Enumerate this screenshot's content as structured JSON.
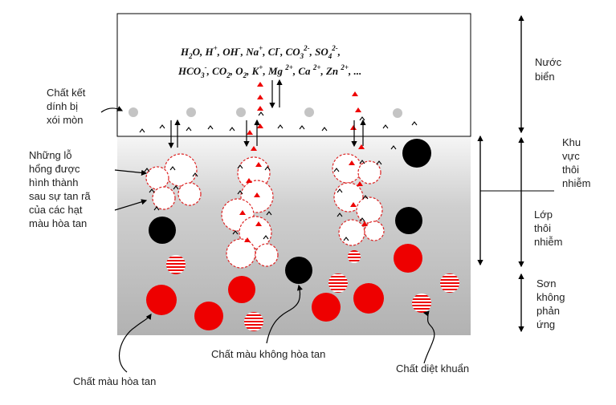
{
  "ions": {
    "line1": {
      "parts": [
        {
          "t": "H"
        },
        {
          "t": "2",
          "s": "sub"
        },
        {
          "t": "O, H"
        },
        {
          "t": "+",
          "s": "sup"
        },
        {
          "t": ", OH"
        },
        {
          "t": "-",
          "s": "sup"
        },
        {
          "t": ", Na"
        },
        {
          "t": "+",
          "s": "sup"
        },
        {
          "t": ", Cl"
        },
        {
          "t": "-",
          "s": "sup"
        },
        {
          "t": ", CO"
        },
        {
          "t": "3",
          "s": "sub"
        },
        {
          "t": "2-",
          "s": "sup"
        },
        {
          "t": ", SO"
        },
        {
          "t": "4",
          "s": "sub"
        },
        {
          "t": "2-",
          "s": "sup"
        },
        {
          "t": ","
        }
      ]
    },
    "line2": {
      "parts": [
        {
          "t": "HCO"
        },
        {
          "t": "3",
          "s": "sub"
        },
        {
          "t": "-",
          "s": "sup"
        },
        {
          "t": ", CO"
        },
        {
          "t": "2",
          "s": "sub"
        },
        {
          "t": ", O"
        },
        {
          "t": "2",
          "s": "sub"
        },
        {
          "t": ", K"
        },
        {
          "t": "+",
          "s": "sup"
        },
        {
          "t": ", Mg "
        },
        {
          "t": "2+",
          "s": "sup"
        },
        {
          "t": ", Ca "
        },
        {
          "t": "2+",
          "s": "sup"
        },
        {
          "t": ", Zn "
        },
        {
          "t": "2+",
          "s": "sup"
        },
        {
          "t": ", ..."
        }
      ]
    }
  },
  "labels": {
    "eroded_binder": [
      "Chất kết",
      "dính bị",
      "xói mòn"
    ],
    "voids": [
      "Những lỗ",
      "hổng được",
      "hình thành",
      "sau sự tan rã",
      "của các hạt",
      "màu hòa tan"
    ],
    "seawater": [
      "Nước",
      "biển"
    ],
    "leach_zone": [
      "Khu",
      "vực",
      "thôi",
      "nhiễm"
    ],
    "leach_layer": [
      "Lớp",
      "thôi",
      "nhiễm"
    ],
    "unreacted": [
      "Sơn",
      "không",
      "phản",
      "ứng"
    ],
    "insoluble_pigment": "Chất màu không hòa tan",
    "biocide": "Chất diệt khuẩn",
    "soluble_pigment": "Chất màu hòa tan"
  },
  "colors": {
    "soluble": "#ee0000",
    "insoluble": "#000000",
    "paint_top": "#f2f2f2",
    "paint_bottom": "#b5b5b5",
    "binder": "#c8c8c8"
  }
}
